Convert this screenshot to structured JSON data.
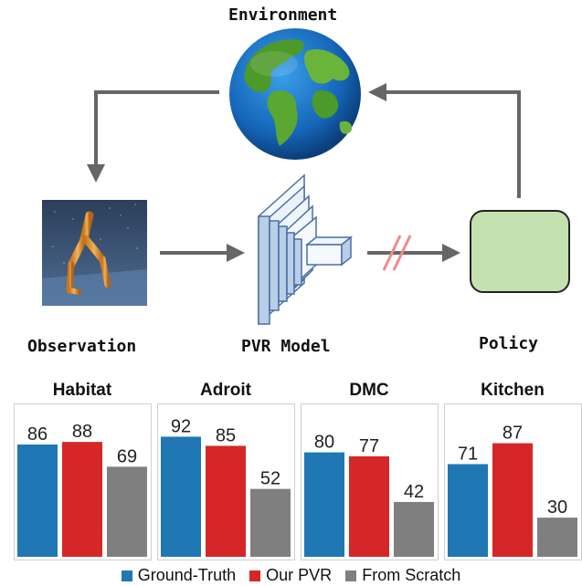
{
  "diagram": {
    "environment_label": "Environment",
    "observation_label": "Observation",
    "model_label": "PVR Model",
    "policy_label": "Policy",
    "icons": [
      "globe-icon",
      "walker-robot-icon",
      "pvr-network-icon",
      "policy-box-icon"
    ]
  },
  "colors": {
    "ground_truth": "#1f77b4",
    "our_pvr": "#d62728",
    "from_scratch": "#7f7f7f",
    "policy_fill": "#c3e2b0",
    "arrow": "#666666",
    "cut_mark": "#f08a8a"
  },
  "chart_data": [
    {
      "type": "bar",
      "title": "Habitat",
      "categories": [
        "Ground-Truth",
        "Our PVR",
        "From Scratch"
      ],
      "values": [
        86,
        88,
        69
      ]
    },
    {
      "type": "bar",
      "title": "Adroit",
      "categories": [
        "Ground-Truth",
        "Our PVR",
        "From Scratch"
      ],
      "values": [
        92,
        85,
        52
      ]
    },
    {
      "type": "bar",
      "title": "DMC",
      "categories": [
        "Ground-Truth",
        "Our PVR",
        "From Scratch"
      ],
      "values": [
        80,
        77,
        42
      ]
    },
    {
      "type": "bar",
      "title": "Kitchen",
      "categories": [
        "Ground-Truth",
        "Our PVR",
        "From Scratch"
      ],
      "values": [
        71,
        87,
        30
      ]
    }
  ],
  "legend": {
    "items": [
      {
        "label": "Ground-Truth",
        "color": "#1f77b4"
      },
      {
        "label": "Our PVR",
        "color": "#d62728"
      },
      {
        "label": "From Scratch",
        "color": "#7f7f7f"
      }
    ]
  }
}
